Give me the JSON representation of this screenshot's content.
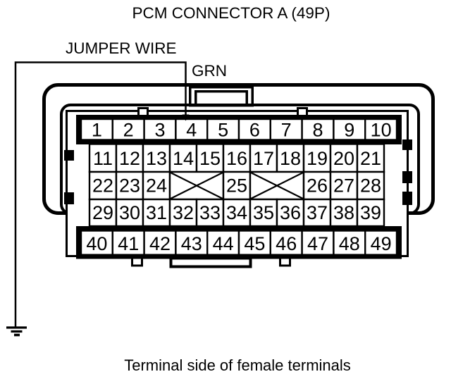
{
  "title": "PCM CONNECTOR A (49P)",
  "jumper_wire_label": "JUMPER WIRE",
  "wire_color_label": "GRN",
  "caption": "Terminal side of female terminals",
  "connector": {
    "name": "PCM Connector A",
    "pin_count": "49P",
    "jumper_target_pin": "4",
    "rows": [
      {
        "style": "bold",
        "pins": [
          "1",
          "2",
          "3",
          "4",
          "5",
          "6",
          "7",
          "8",
          "9",
          "10"
        ]
      },
      {
        "style": "normal",
        "pins": [
          "11",
          "12",
          "13",
          "14",
          "15",
          "16",
          "17",
          "18",
          "19",
          "20",
          "21"
        ]
      },
      {
        "style": "normal",
        "pins": [
          "22",
          "23",
          "24",
          {
            "blocked": true,
            "span": 2
          },
          "25",
          {
            "blocked": true,
            "span": 2
          },
          "26",
          "27",
          "28"
        ]
      },
      {
        "style": "normal",
        "pins": [
          "29",
          "30",
          "31",
          "32",
          "33",
          "34",
          "35",
          "36",
          "37",
          "38",
          "39"
        ]
      },
      {
        "style": "bold",
        "pins": [
          "40",
          "41",
          "42",
          "43",
          "44",
          "45",
          "46",
          "47",
          "48",
          "49"
        ]
      }
    ]
  },
  "icons": {
    "ground": "ground-icon",
    "arrow": "arrow-down-icon"
  },
  "colors": {
    "line": "#000000",
    "background": "#ffffff"
  }
}
